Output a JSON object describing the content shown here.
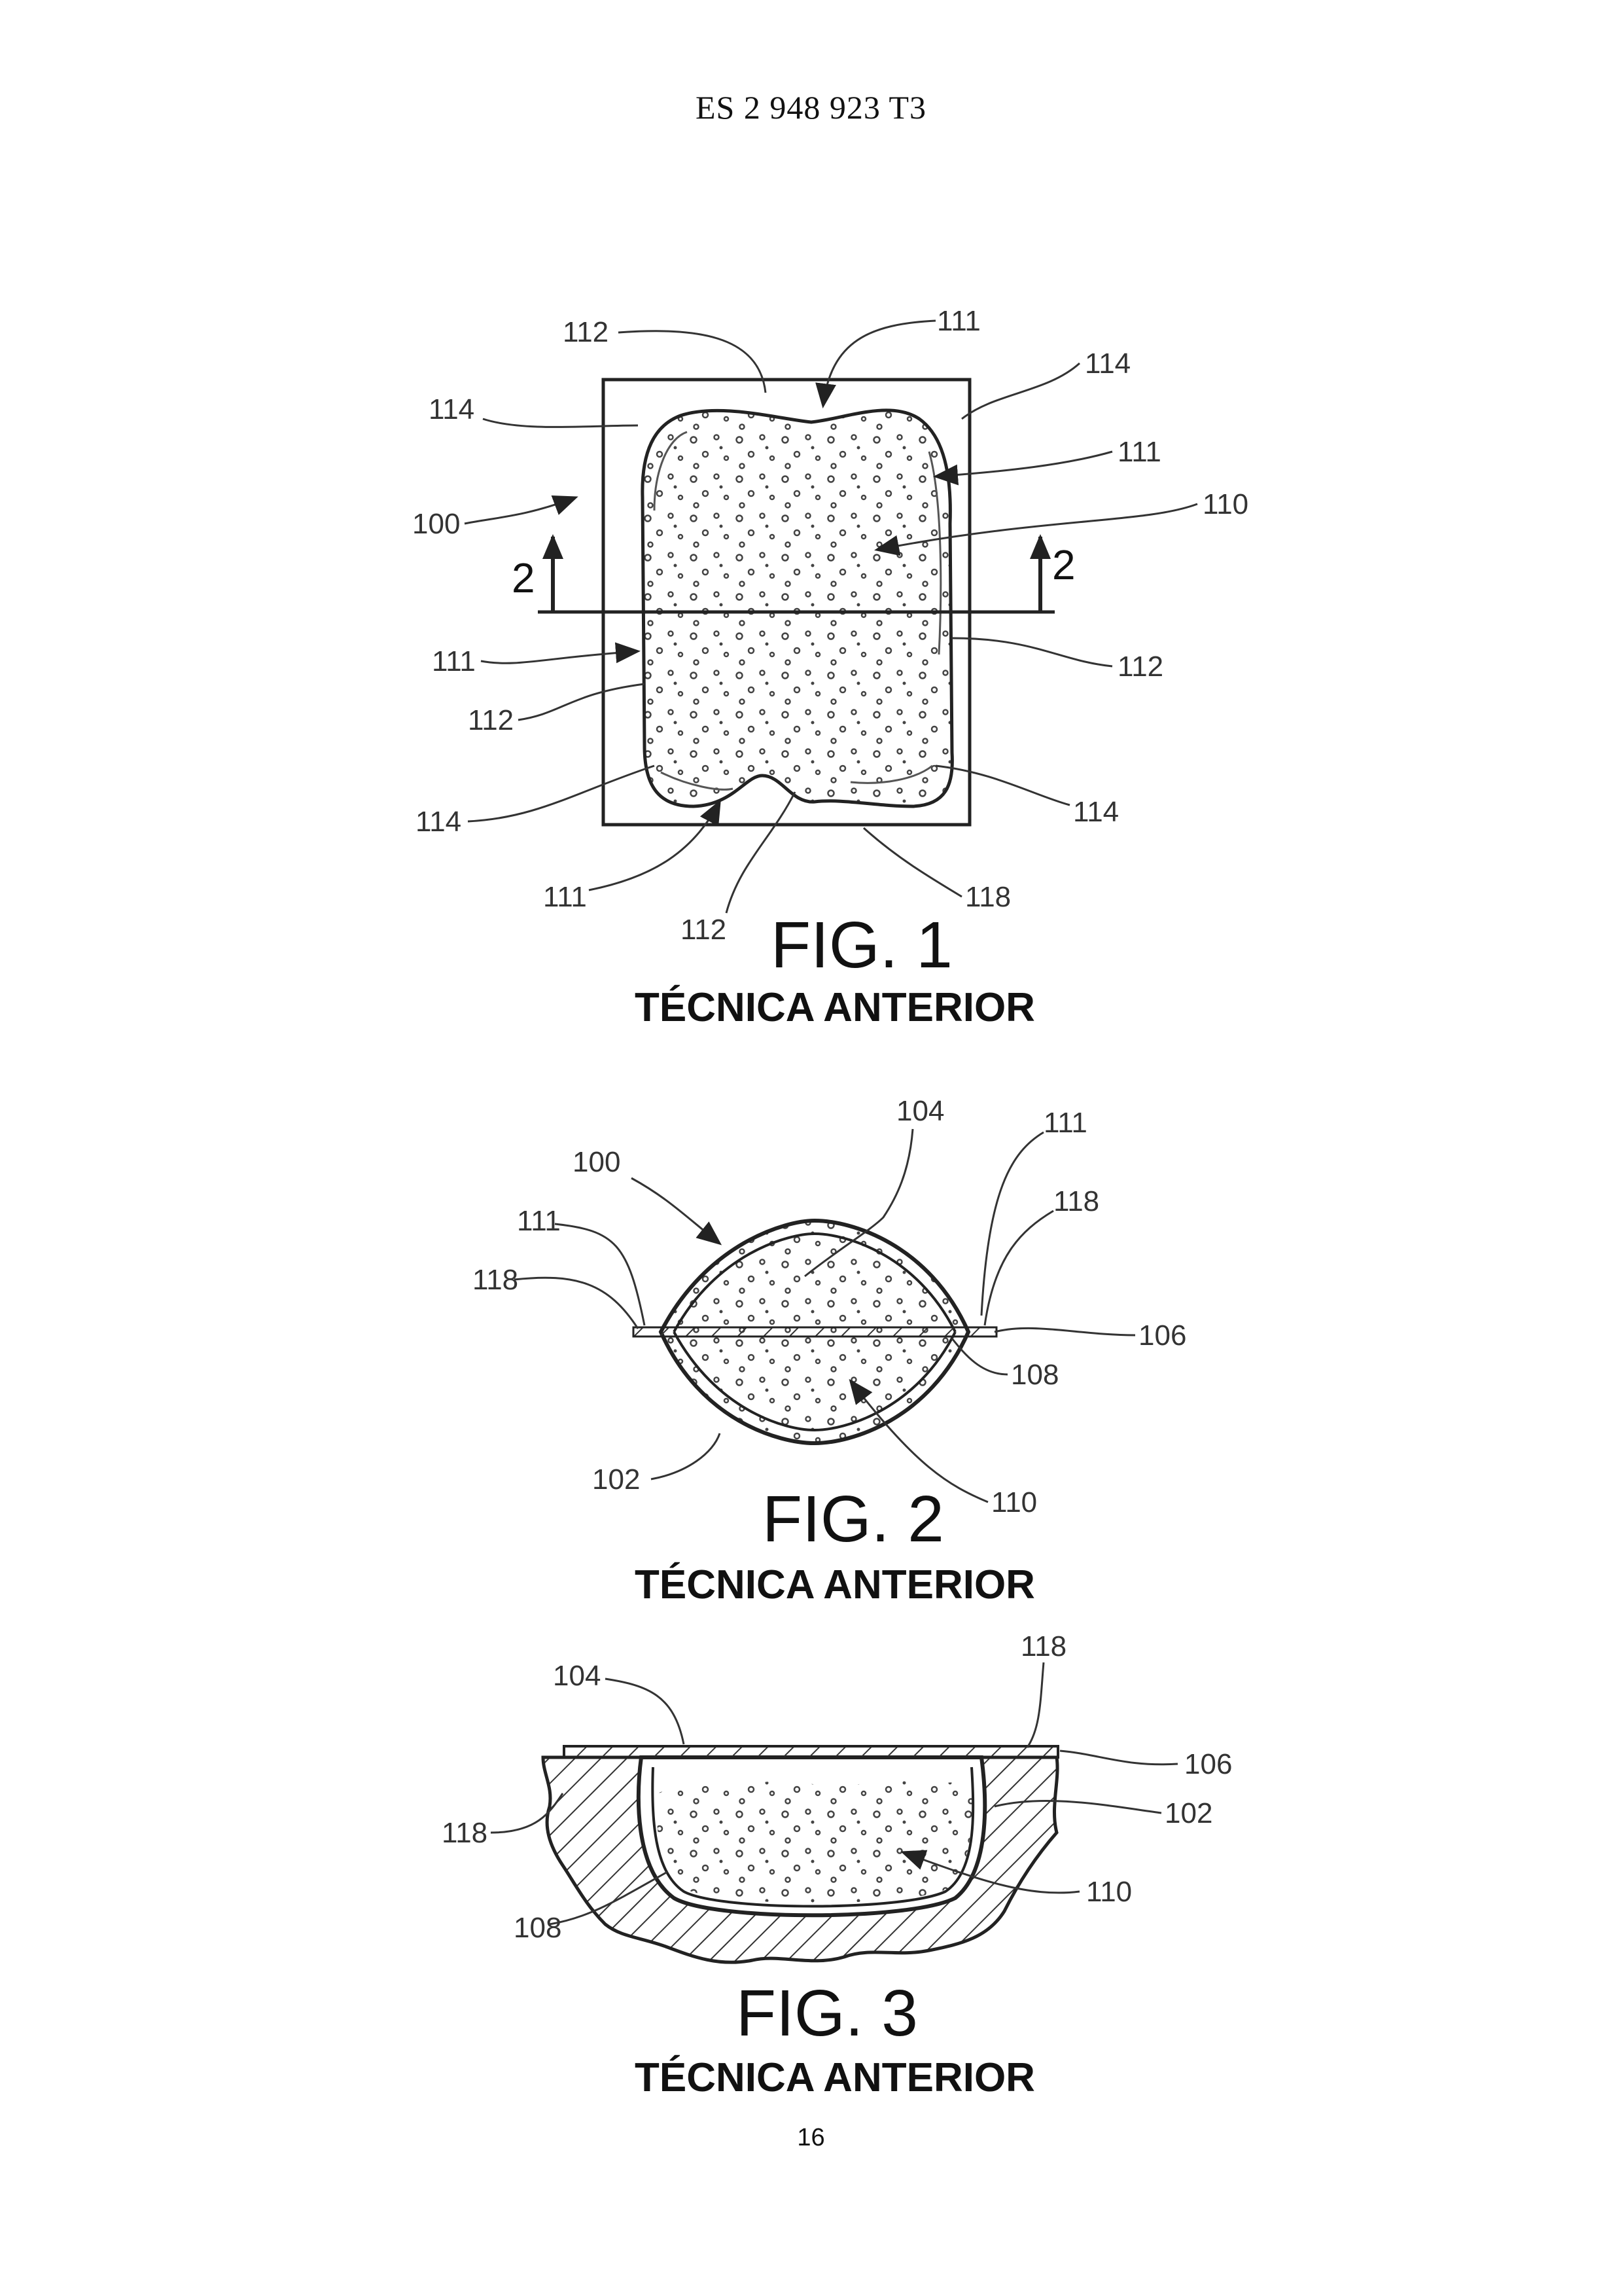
{
  "header": {
    "doc_number": "ES 2 948 923 T3"
  },
  "figures": [
    {
      "title": "FIG. 1",
      "caption": "TÉCNICA ANTERIOR",
      "section_marker": "2",
      "labels": {
        "l112a": "112",
        "l111a": "111",
        "l114a": "114",
        "l114b": "114",
        "l111b": "111",
        "l110": "110",
        "l100": "100",
        "l111c": "111",
        "l112b": "112",
        "l112c": "112",
        "l114c": "114",
        "l114d": "114",
        "l111d": "111",
        "l112d": "112",
        "l118": "118"
      }
    },
    {
      "title": "FIG. 2",
      "caption": "TÉCNICA ANTERIOR",
      "labels": {
        "l104": "104",
        "l111a": "111",
        "l100": "100",
        "l118a": "118",
        "l111b": "111",
        "l118b": "118",
        "l106": "106",
        "l108": "108",
        "l102": "102",
        "l110": "110"
      }
    },
    {
      "title": "FIG. 3",
      "caption": "TÉCNICA ANTERIOR",
      "labels": {
        "l118a": "118",
        "l104": "104",
        "l106": "106",
        "l102": "102",
        "l118b": "118",
        "l110": "110",
        "l108": "108"
      }
    }
  ],
  "page_number": "16"
}
